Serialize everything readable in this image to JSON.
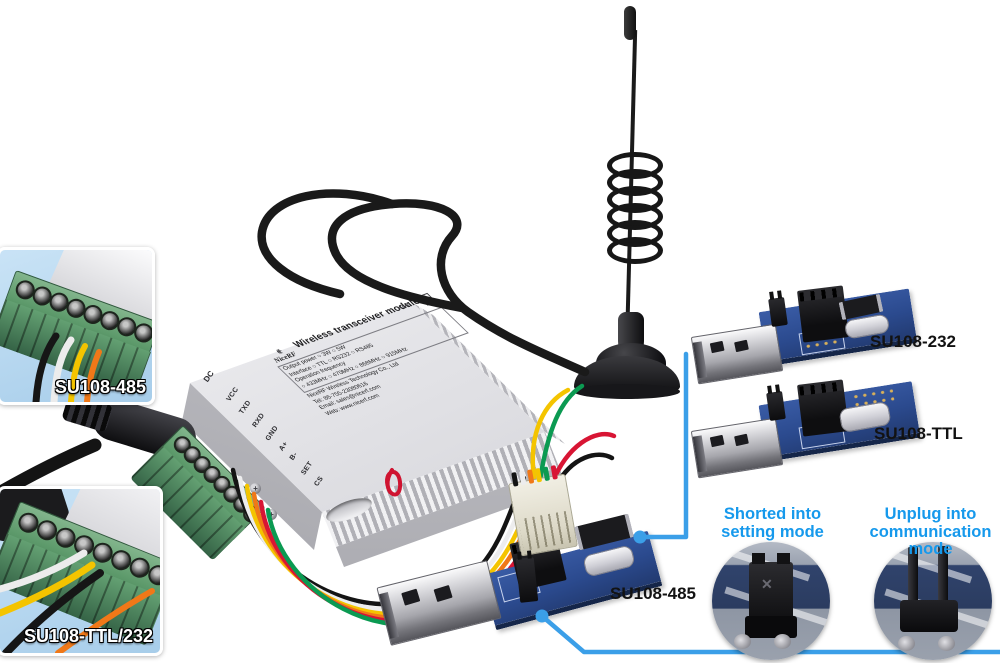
{
  "insets": {
    "su485": {
      "label": "SU108-485"
    },
    "suttl232": {
      "label": "SU108-TTL/232"
    }
  },
  "module": {
    "brand": "NiceRF",
    "title": "Wireless  transceiver  module",
    "specs": [
      "Output power   ○ 3W    ○ 5W",
      "Interface   ○ TTL    ○ RS232    ○ RS485",
      "Operation frequency",
      "○ 433MHz   ○ 470MHz   ○ 868MHz   ○ 915MHz"
    ],
    "company": [
      "NiceRF Wireless Technology Co., Ltd",
      "Tel: 86-755-23080616",
      "Email: sales@nicerf.com",
      "Web: www.nicerf.com"
    ],
    "ant_label": "ANT",
    "dc_label": "DC",
    "pins": [
      "VCC",
      "TXD",
      "RXD",
      "GND",
      "A+",
      "B-",
      "SET",
      "CS"
    ]
  },
  "boards": {
    "su232": {
      "label": "SU108-232"
    },
    "suttl": {
      "label": "SU108-TTL"
    },
    "su485": {
      "label": "SU108-485"
    }
  },
  "callouts": {
    "setting": {
      "line1": "Shorted into",
      "line2": "setting mode"
    },
    "communication": {
      "line1": "Unplug into",
      "line2": "communication mode"
    }
  },
  "colors": {
    "callout_blue": "#1699ec",
    "line_blue": "#3b9fe8",
    "pcb_blue": "#2b4a8e",
    "terminal_green": "#5f9b6d",
    "inset_bg_blue": "#b5d6ee"
  }
}
